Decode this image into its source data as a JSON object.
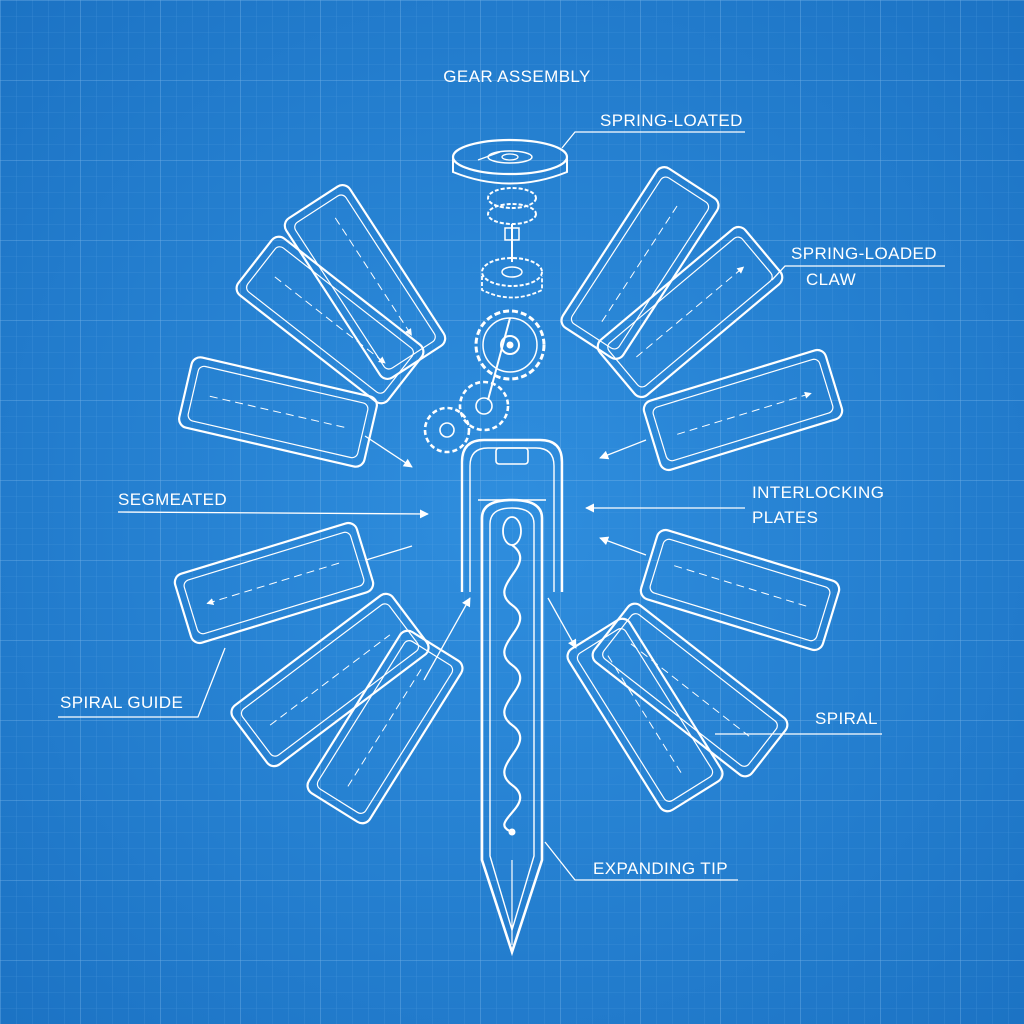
{
  "colors": {
    "background": "#1c73c4",
    "background_light": "#2f8ede",
    "grid_minor": "#6fb1ec",
    "grid_major": "#9ccaf3",
    "line": "#ffffff"
  },
  "labels": {
    "gear_assembly": "GEAR ASSEMBLY",
    "spring_loated": "SPRING-LOATED",
    "spring_loaded_claw_line1": "SPRING-LOADED",
    "spring_loaded_claw_line2": "CLAW",
    "segmeated": "SEGMEATED",
    "interlocking_line1": "INTERLOCKING",
    "interlocking_line2": "PLATES",
    "spiral_guide": "SPIRAL GUIDE",
    "spiral": "SPIRAL",
    "expanding_tip": "EXPANDING TIP"
  }
}
